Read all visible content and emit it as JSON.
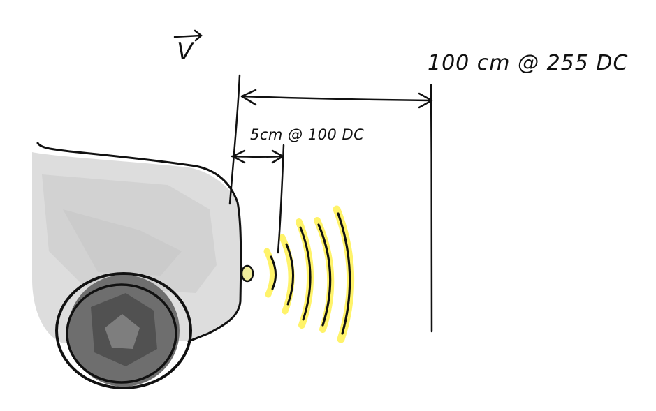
{
  "labels": {
    "velocity": "V",
    "far_range": "100 cm @ 255 DC",
    "near_range": "5cm @ 100 DC"
  },
  "colors": {
    "ink": "#111111",
    "car_fill": "#d9d9d9",
    "car_shade": "#cfcfcf",
    "wheel_fill": "#6e6e6e",
    "wheel_dark": "#4a4a4a",
    "wave_glow": "#fff36a",
    "sensor_fill": "#f3ef9c"
  },
  "icons": [
    "velocity-arrow-icon",
    "double-arrow-icon",
    "sound-wave-icon",
    "wheel-icon",
    "sensor-icon"
  ]
}
